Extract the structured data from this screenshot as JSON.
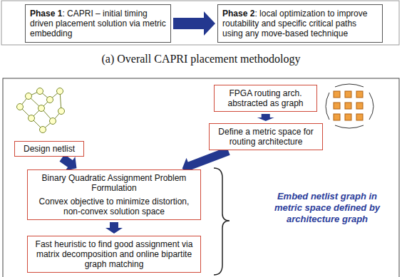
{
  "diagram": {
    "caption": "(a) Overall CAPRI placement methodology",
    "nodes": [
      {
        "text": [
          "Phase 1: CAPRI – initial timing driven placement solution via metric embedding"
        ]
      },
      {
        "text": [
          "Phase 2: local optimization to improve routability and specific critical paths using any move-based technique"
        ]
      },
      {
        "text": [
          "FPGA routing arch. abstracted as graph"
        ]
      },
      {
        "text": [
          "Design netlist"
        ]
      },
      {
        "text": [
          "Define a metric space for routing architecture"
        ]
      },
      {
        "text": [
          "Binary Quadratic Assignment Problem Formulation",
          "Convex objective to minimize distortion, non-convex solution space"
        ]
      },
      {
        "text": [
          "Fast heuristic to find good assignment via matrix decomposition and online bipartite graph matching"
        ]
      }
    ],
    "edges": [
      {
        "from": 0,
        "to": 1,
        "arrow": "to"
      },
      {
        "from": 2,
        "to": 4,
        "arrow": "to"
      },
      {
        "from": 3,
        "to": 5,
        "arrow": "to"
      },
      {
        "from": 4,
        "to": 5,
        "arrow": "to"
      },
      {
        "from": 5,
        "to": 6,
        "arrow": "to"
      }
    ],
    "labels": [
      "Embed netlist graph in metric space defined by architecture graph"
    ]
  }
}
